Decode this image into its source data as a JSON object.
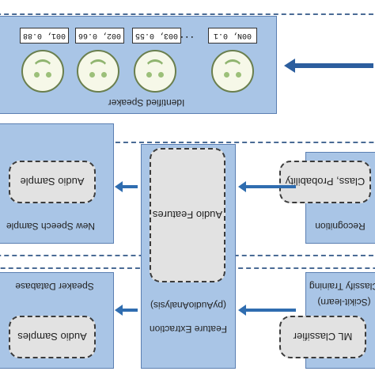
{
  "speaker_panel": {
    "caption": "Identified Speaker",
    "scores": [
      "001, 0.88",
      "002, 0.66",
      "003, 0.55",
      "00N, 0.1"
    ],
    "ellipsis": "..."
  },
  "new_sample_panel": {
    "inner_label": "Audio Sample",
    "caption": "New Speech Sample"
  },
  "feature_panel": {
    "inner_label": "Audio Features",
    "caption_line1": "(pyAudioAnalysis)",
    "caption_line2": "Feature Extraction"
  },
  "recognition_panel": {
    "inner_label": "Class, Probability",
    "caption": "Recognition"
  },
  "database_panel": {
    "inner_label": "Audio Samples",
    "caption": "Speaker Database"
  },
  "classify_panel": {
    "inner_label": "ML Classifier",
    "caption_line1": "(Scikit-learn)",
    "caption_line2": "Classify Training"
  },
  "colors": {
    "block_fill": "#a9c5e6",
    "block_border": "#5b7fb2",
    "arrow": "#2f6db0",
    "frame": "#4a6b95"
  }
}
